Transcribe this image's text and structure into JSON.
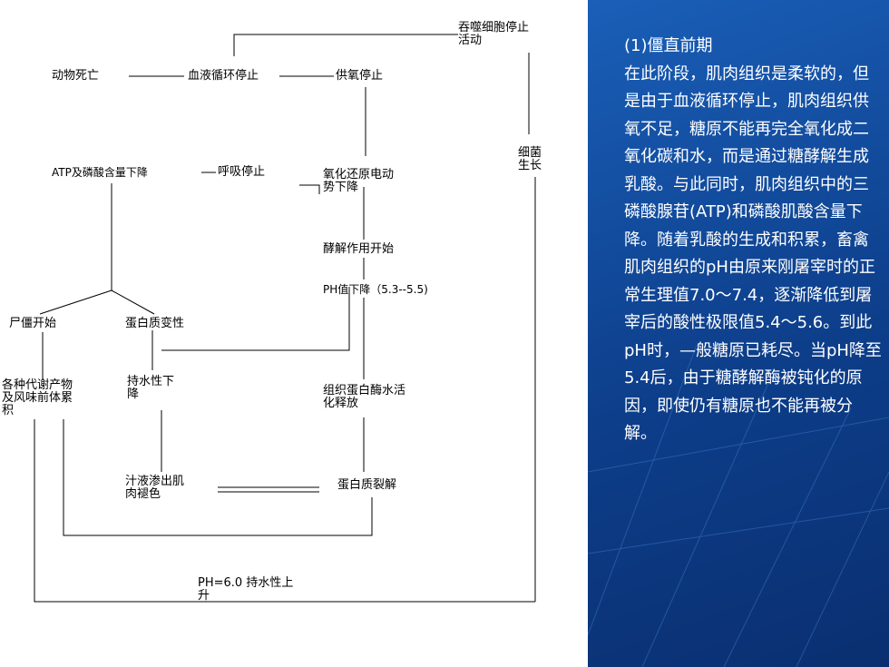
{
  "diagram": {
    "nodes": {
      "phagocyte_stop": "吞噬细胞停止\n活动",
      "animal_death": "动物死亡",
      "circulation_stop": "血液循环停止",
      "oxygen_stop": "供氧停止",
      "bacteria_growth": "细菌\n生长",
      "atp_decline": "ATP及磷酸含量下降",
      "respiration_stop": "呼吸停止",
      "redox_decline": "氧化还原电动\n势下降",
      "glycolysis_start": "酵解作用开始",
      "ph_decline": "PH值下降（5.3--5.5)",
      "rigor_start": "尸僵开始",
      "protein_denature": "蛋白质变性",
      "metabolite_accumulate": "各种代谢产物\n及风味前体累\n积",
      "water_holding_decline": "持水性下\n降",
      "enzyme_release": "组织蛋白酶水活\n化释放",
      "juice_exudation": "汁液渗出肌\n肉褪色",
      "protein_hydrolysis": "蛋白质裂解",
      "ph6_water_holding_rise": "PH=6.0 持水性上\n升"
    }
  },
  "panel": {
    "heading": "(1)僵直前期",
    "paragraph": "在此阶段，肌肉组织是柔软的，但是由于血液循环停止，肌肉组织供氧不足，糖原不能再完全氧化成二氧化碳和水，而是通过糖酵解生成乳酸。与此同时，肌肉组织中的三磷酸腺苷(ATP)和磷酸肌酸含量下降。随着乳酸的生成和积累，畜禽肌肉组织的pH由原来刚屠宰时的正常生理值7.0～7.4，逐渐降低到屠宰后的酸性极限值5.4～5.6。到此pH时，—般糖原已耗尽。当pH降至5.4后，由于糖酵解酶被钝化的原因，即使仍有糖原也不能再被分解。"
  }
}
